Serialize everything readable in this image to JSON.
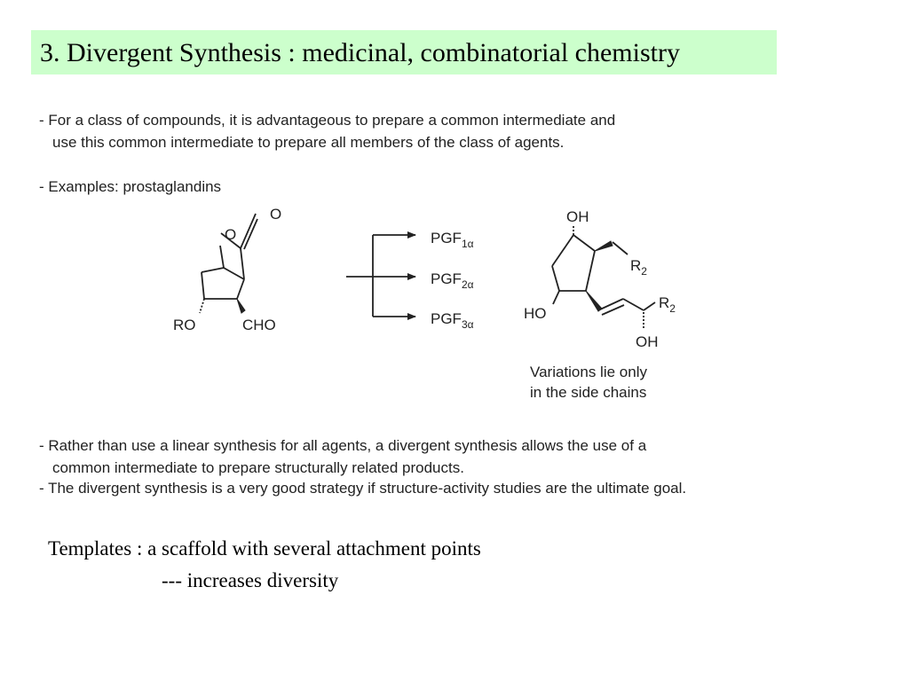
{
  "slide": {
    "title": "3. Divergent Synthesis : medicinal, combinatorial chemistry",
    "bullets_top": [
      {
        "line1": "- For a class of compounds, it is advantageous to prepare a common intermediate and",
        "line2": "use this common intermediate to prepare all members of the class of agents."
      },
      {
        "line1": "- Examples: prostaglandins"
      }
    ],
    "scheme": {
      "intermediate": {
        "ring_o": "O",
        "carbonyl_o": "O",
        "ro": "RO",
        "cho": "CHO"
      },
      "products": [
        {
          "base": "PGF",
          "sub": "1α"
        },
        {
          "base": "PGF",
          "sub": "2α"
        },
        {
          "base": "PGF",
          "sub": "3α"
        }
      ],
      "general": {
        "oh_top": "OH",
        "r2_top": "R",
        "r2_top_sub": "2",
        "ho": "HO",
        "r2_side": "R",
        "r2_side_sub": "2",
        "oh_bottom": "OH"
      },
      "note_line1": "Variations lie only",
      "note_line2": "in the side chains"
    },
    "bullets_bottom": [
      {
        "line1": "- Rather than use a linear synthesis for all agents, a divergent synthesis allows the use of a",
        "line2": "common intermediate to prepare structurally related products."
      },
      {
        "line1": "- The divergent synthesis is a very good strategy if structure-activity studies are the ultimate goal."
      }
    ],
    "templates_line1": "Templates : a scaffold with several attachment points",
    "templates_line2": "--- increases diversity"
  }
}
